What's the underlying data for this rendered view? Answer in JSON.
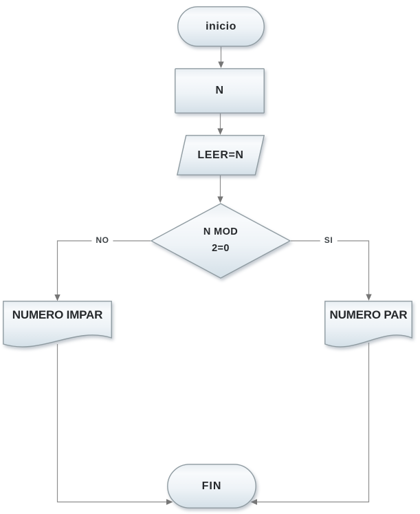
{
  "nodes": {
    "inicio": {
      "label": "inicio",
      "shape": "terminator"
    },
    "n": {
      "label": "N",
      "shape": "process"
    },
    "leer": {
      "label": "LEER=N",
      "shape": "data-input-parallelogram"
    },
    "decision": {
      "label": "N MOD 2=0",
      "shape": "decision-diamond"
    },
    "impar": {
      "label": "NUMERO IMPAR",
      "shape": "document"
    },
    "par": {
      "label": "NUMERO PAR",
      "shape": "document"
    },
    "fin": {
      "label": "FIN",
      "shape": "terminator"
    }
  },
  "edge_labels": {
    "no": "NO",
    "si": "SI"
  },
  "colors": {
    "background": "#ffffff",
    "shape_fill_top": "#e9eff3",
    "shape_fill_highlight": "#f8fafc",
    "shape_fill_bottom": "#d4e0e8",
    "shape_border": "#8f9ba1",
    "connector_line": "#8e8e8e",
    "arrowhead": "#767676",
    "node_text": "#26292c",
    "edge_label_text": "#3e4347"
  }
}
